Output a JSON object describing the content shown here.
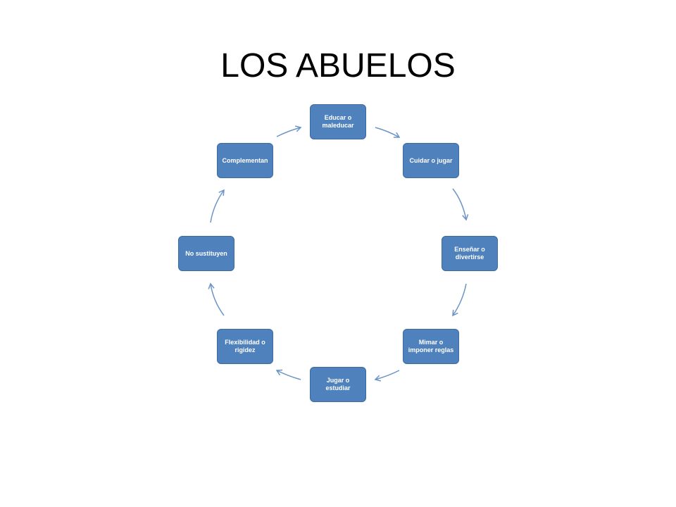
{
  "title": "LOS ABUELOS",
  "colors": {
    "node_fill": "#4f81bd",
    "arrow": "#6b93c8",
    "node_text": "#ffffff"
  },
  "cycle": {
    "direction": "clockwise",
    "nodes": [
      {
        "label": "Educar o maleducar"
      },
      {
        "label": "Cuidar o jugar"
      },
      {
        "label": "Enseñar o divertirse"
      },
      {
        "label": "Mimar o imponer reglas"
      },
      {
        "label": "Jugar o estudiar"
      },
      {
        "label": "Flexibilidad o rigidez"
      },
      {
        "label": "No sustituyen"
      },
      {
        "label": "Complementan"
      }
    ]
  }
}
